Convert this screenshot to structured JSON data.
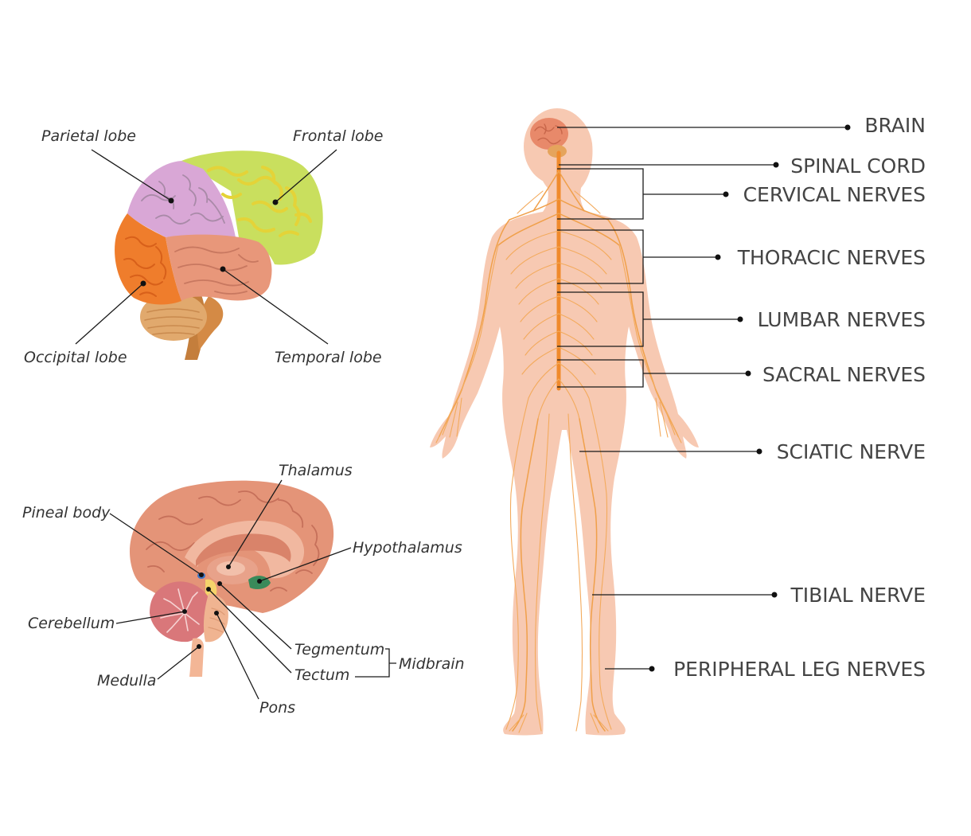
{
  "brain_lobes": {
    "parietal": "Parietal lobe",
    "frontal": "Frontal lobe",
    "occipital": "Occipital lobe",
    "temporal": "Temporal lobe"
  },
  "brain_section": {
    "thalamus": "Thalamus",
    "pineal_body": "Pineal body",
    "hypothalamus": "Hypothalamus",
    "cerebellum": "Cerebellum",
    "tegmentum": "Tegmentum",
    "midbrain": "Midbrain",
    "tectum": "Tectum",
    "medulla": "Medulla",
    "pons": "Pons"
  },
  "body": {
    "brain": "BRAIN",
    "spinal_cord": "SPINAL CORD",
    "cervical_nerves": "CERVICAL NERVES",
    "thoracic_nerves": "THORACIC NERVES",
    "lumbar_nerves": "LUMBAR NERVES",
    "sacral_nerves": "SACRAL NERVES",
    "sciatic_nerve": "SCIATIC NERVE",
    "tibial_nerve": "TIBIAL NERVE",
    "peripheral_leg_nerves": "PERIPHERAL LEG NERVES"
  },
  "colors": {
    "parietal": "#d9a7d6",
    "frontal": "#c9df5e",
    "occipital": "#ef7d2c",
    "temporal": "#e8977a",
    "skin": "#f7c9b2",
    "nerve": "#f0a04a",
    "brain_tissue": "#e49478"
  }
}
